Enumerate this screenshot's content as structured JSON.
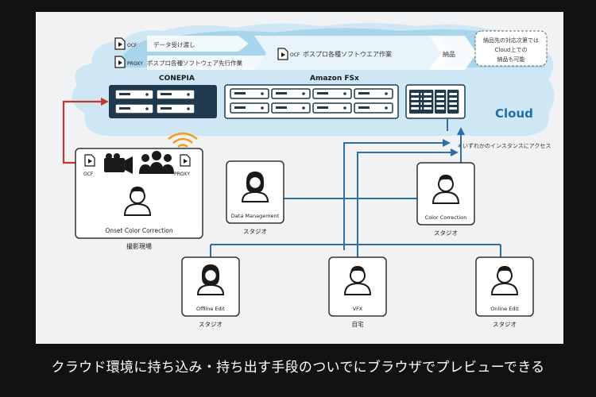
{
  "pipeline": {
    "row1_tag": "OCF",
    "row1_step1": "データ受け渡し",
    "row2_tag": "PROXY",
    "row2_step1": "ポスプロ各種ソフトウェア先行作業",
    "mid_tag": "OCF",
    "mid_step": "ポスプロ各種ソフトウエア作業",
    "final_step": "納品",
    "note_lines": [
      "納品先の対応次第では",
      "Cloud上での",
      "納品も可能"
    ]
  },
  "cloud": {
    "label": "Cloud",
    "conepia_label": "CONEPIA",
    "fsx_label": "Amazon FSx",
    "access_note": "＊いずれかのインスタンスにアクセス"
  },
  "onset": {
    "ocf_label": "OCF",
    "proxy_label": "PROXY",
    "role": "Onset Color Correction",
    "location": "撮影現場"
  },
  "workstations": [
    {
      "role": "Data Management",
      "location": "スタジオ"
    },
    {
      "role": "Color Correction",
      "location": "スタジオ"
    },
    {
      "role": "Offline Edit",
      "location": "スタジオ"
    },
    {
      "role": "VFX",
      "location": "自宅"
    },
    {
      "role": "Online Edit",
      "location": "スタジオ"
    }
  ],
  "caption": "クラウド環境に持ち込み・持ち出す手段のついでにブラウザでプレビューできる",
  "colors": {
    "cloud_light": "#cfe7f4",
    "cloud_mid": "#a8d4ec",
    "cloud_dark": "#7fc0e4",
    "server_dark": "#1e3a4c",
    "line_blue": "#2f6fa8",
    "arrow_red": "#c0392b",
    "wifi_orange": "#f39c12"
  }
}
